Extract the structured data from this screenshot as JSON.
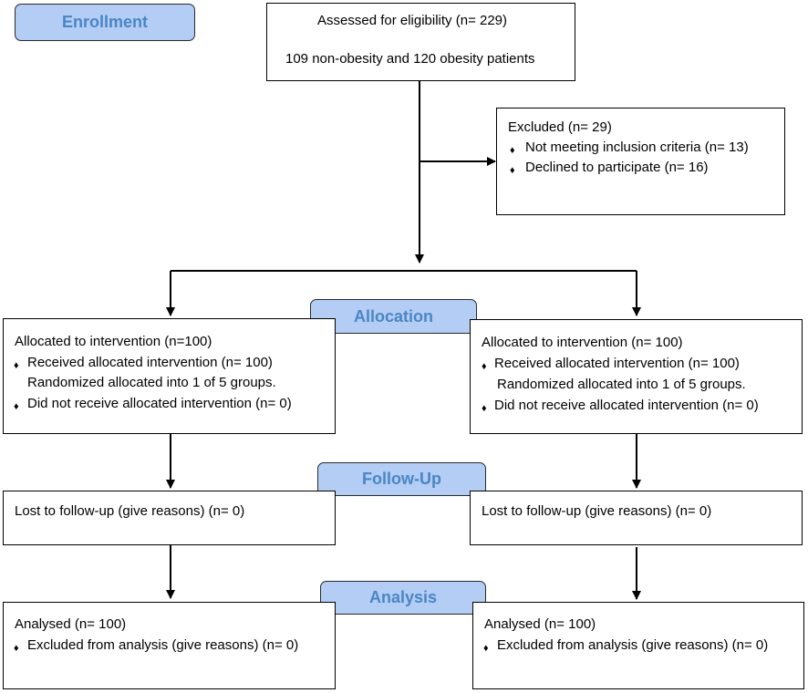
{
  "stages": {
    "enrollment": "Enrollment",
    "allocation": "Allocation",
    "followup": "Follow-Up",
    "analysis": "Analysis"
  },
  "eligibility": {
    "line1": "Assessed for eligibility (n= 229)",
    "line2": "109 non-obesity and 120 obesity patients"
  },
  "excluded": {
    "title": "Excluded (n= 29)",
    "items": [
      "Not meeting inclusion criteria (n= 13)",
      "Declined to participate (n= 16)"
    ]
  },
  "allocation_left": {
    "title": "Allocated to intervention (n=100)",
    "received": "Received allocated intervention (n= 100)",
    "randomized": "Randomized allocated into 1 of 5 groups.",
    "not_received": "Did not receive allocated intervention (n= 0)"
  },
  "allocation_right": {
    "title": "Allocated to intervention (n= 100)",
    "received": "Received allocated intervention (n= 100)",
    "randomized": "Randomized allocated into 1 of 5 groups.",
    "not_received": "Did not receive allocated intervention (n= 0)"
  },
  "followup_left": {
    "text": "Lost to follow-up (give reasons) (n= 0)"
  },
  "followup_right": {
    "text": "Lost to follow-up (give reasons) (n= 0)"
  },
  "analysis_left": {
    "title": "Analysed (n= 100)",
    "excluded": "Excluded from analysis (give reasons) (n= 0)"
  },
  "analysis_right": {
    "title": "Analysed (n= 100)",
    "excluded": "Excluded from analysis (give reasons) (n= 0)"
  },
  "bullet_symbol": "♦"
}
